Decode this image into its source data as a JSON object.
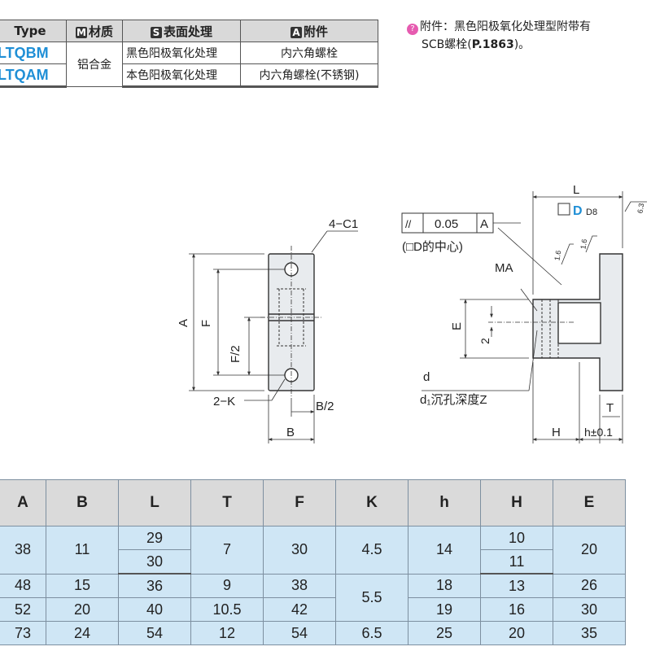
{
  "spec_table": {
    "headers": {
      "type": "Type",
      "material_letter": "M",
      "material": "材质",
      "surface_letter": "S",
      "surface": "表面处理",
      "accessory_letter": "A",
      "accessory": "附件"
    },
    "rows": [
      {
        "type": "LTQBM",
        "surface": "黑色阳极氧化处理",
        "accessory": "内六角螺栓"
      },
      {
        "type": "LTQAM",
        "surface": "本色阳极氧化处理",
        "accessory": "内六角螺栓(不锈钢)"
      }
    ],
    "material_value": "铝合金"
  },
  "note": {
    "icon": "note-icon",
    "icon_glyph": "?",
    "line1": "附件：黑色阳极氧化处理型附带有",
    "line2_prefix": "SCB螺栓(",
    "line2_ref": "P.1863",
    "line2_suffix": ")。"
  },
  "drawing": {
    "front": {
      "chamfer": "4−C1",
      "A": "A",
      "F": "F",
      "F_half": "F/2",
      "holes": "2−K",
      "B": "B",
      "B_half": "B/2"
    },
    "side": {
      "L": "L",
      "D": "D",
      "D_tol": "D8",
      "tol_symbol": "//",
      "tol_value": "0.05",
      "tol_datum": "A",
      "center_note": "(□D的中心)",
      "MA": "MA",
      "E": "E",
      "two": "2",
      "d": "d",
      "counterbore": "d₁沉孔深度Z",
      "H": "H",
      "h_tol": "h±0.1",
      "T": "T",
      "rough_1": "1.6",
      "rough_2": "1.6",
      "rough_3": "6.3"
    }
  },
  "dim_table": {
    "headers": [
      "A",
      "B",
      "L",
      "T",
      "F",
      "K",
      "h",
      "H",
      "E"
    ],
    "rows": [
      {
        "A": "38",
        "B": "11",
        "L": [
          "29",
          "30"
        ],
        "T": "7",
        "F": "30",
        "K": "4.5",
        "h": "14",
        "H": [
          "10",
          "11"
        ],
        "E": "20"
      },
      {
        "A": "48",
        "B": "15",
        "L": "36",
        "T": "9",
        "F": "38",
        "K": "5.5",
        "h": "18",
        "H": "13",
        "E": "26"
      },
      {
        "A": "52",
        "B": "20",
        "L": "40",
        "T": "10.5",
        "F": "42",
        "h": "19",
        "H": "16",
        "E": "30"
      },
      {
        "A": "73",
        "B": "24",
        "L": "54",
        "T": "12",
        "F": "54",
        "K": "6.5",
        "h": "25",
        "H": "20",
        "E": "35"
      }
    ]
  }
}
